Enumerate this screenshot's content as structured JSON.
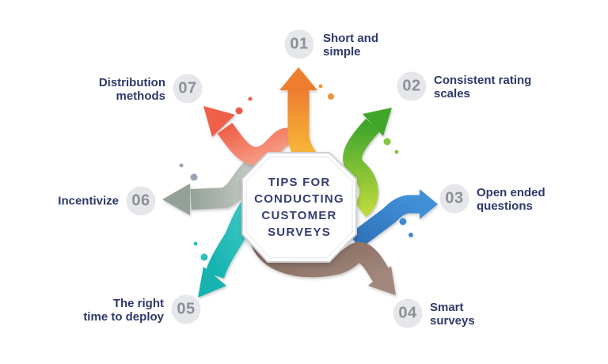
{
  "center": {
    "text": "TIPS FOR\nCONDUCTING\nCUSTOMER\nSURVEYS",
    "text_color": "#373d72",
    "shape": "octagon",
    "fill": "#ffffff"
  },
  "badge_style": {
    "bg": "#e6e7ea",
    "number_color": "#8b9097"
  },
  "label_color": "#2d3968",
  "items": [
    {
      "number": "01",
      "label": "Short and\nsimple",
      "arrow_color": "#ee7d2f",
      "arrow_direction": "up"
    },
    {
      "number": "02",
      "label": "Consistent rating\nscales",
      "arrow_color": "#3fa62c",
      "arrow_direction": "up-right"
    },
    {
      "number": "03",
      "label": "Open ended\nquestions",
      "arrow_color": "#4190d6",
      "arrow_direction": "right"
    },
    {
      "number": "04",
      "label": "Smart\nsurveys",
      "arrow_color": "#8a695c",
      "arrow_direction": "down-right"
    },
    {
      "number": "05",
      "label": "The right\ntime to deploy",
      "arrow_color": "#14b3b0",
      "arrow_direction": "down-left"
    },
    {
      "number": "06",
      "label": "Incentivize",
      "arrow_color": "#9aa59d",
      "arrow_direction": "left"
    },
    {
      "number": "07",
      "label": "Distribution\nmethods",
      "arrow_color": "#ef5f48",
      "arrow_direction": "up-left"
    }
  ],
  "decor_dot_colors": {
    "red": "#ee5a47",
    "orange": "#f0923c",
    "green": "#85c43e",
    "blue": "#3f8cd6",
    "teal": "#2cc0bd",
    "gray": "#9aa4b6"
  }
}
